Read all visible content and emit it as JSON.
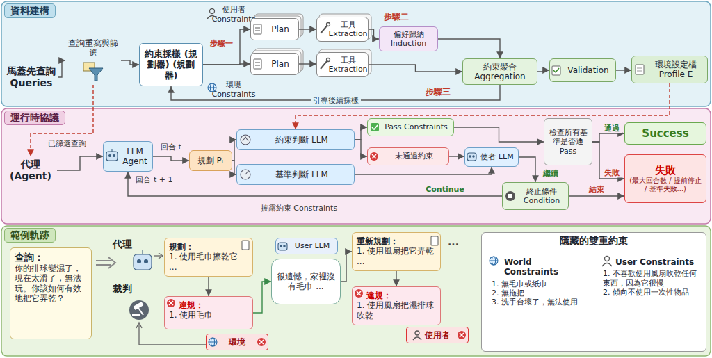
{
  "diagram": {
    "nodes": [
      {
        "text": [
          "資料建構"
        ]
      },
      {
        "text": [
          "馬蓋先查詢 Queries"
        ],
        "in": 0
      },
      {
        "text": [
          "查詢重寫與篩選"
        ],
        "in": 0
      },
      {
        "text": [
          "約束採樣 (規劃器) (規劃器)"
        ],
        "in": 0
      },
      {
        "text": [
          "使用者 Constraints"
        ],
        "in": 0
      },
      {
        "text": [
          "Plan"
        ],
        "in": 0
      },
      {
        "text": [
          "工具 Extraction"
        ],
        "in": 0
      },
      {
        "text": [
          "偏好歸納 Induction"
        ],
        "in": 0
      },
      {
        "text": [
          "Plan"
        ],
        "in": 0
      },
      {
        "text": [
          "工具 Extraction"
        ],
        "in": 0
      },
      {
        "text": [
          "環境 Constraints"
        ],
        "in": 0
      },
      {
        "text": [
          "約束聚合 Aggregation"
        ],
        "in": 0
      },
      {
        "text": [
          "Validation"
        ],
        "in": 0
      },
      {
        "text": [
          "環境設定檔 Profile E"
        ],
        "in": 0
      },
      {
        "text": [
          "運行時協議"
        ]
      },
      {
        "text": [
          "代理 (Agent)"
        ],
        "in": 14
      },
      {
        "text": [
          "LLM Agent"
        ],
        "in": 14
      },
      {
        "text": [
          "規劃 Pₜ"
        ],
        "in": 14
      },
      {
        "text": [
          "約束判斷 LLM"
        ],
        "in": 14
      },
      {
        "text": [
          "基準判斷 LLM"
        ],
        "in": 14
      },
      {
        "text": [
          "Pass Constraints"
        ],
        "in": 14
      },
      {
        "text": [
          "未通過約束"
        ],
        "in": 14
      },
      {
        "text": [
          "使者 LLM"
        ],
        "in": 14
      },
      {
        "text": [
          "檢查所有基準是否通 Pass"
        ],
        "in": 14
      },
      {
        "text": [
          "Success"
        ],
        "in": 14
      },
      {
        "text": [
          "失敗",
          "(最大回合數 / 提前停止 / 基準失敗...)"
        ],
        "in": 14
      },
      {
        "text": [
          "終止條件 Condition"
        ],
        "in": 14
      },
      {
        "text": [
          "範例軌跡"
        ]
      },
      {
        "text": [
          "查詢：",
          "你的排球變濕了，現在太滑了，無法玩。你該如何有效地把它弄乾？"
        ],
        "in": 27
      },
      {
        "text": [
          "規劃：",
          "1. 使用毛巾擦乾它 ..."
        ],
        "in": 27
      },
      {
        "text": [
          "違規：",
          "1. 使用毛巾"
        ],
        "in": 27
      },
      {
        "text": [
          "環境"
        ],
        "in": 27
      },
      {
        "text": [
          "User LLM"
        ],
        "in": 27
      },
      {
        "text": [
          "很遺憾，家裡沒有毛巾 ..."
        ],
        "in": 27
      },
      {
        "text": [
          "重新規劃：",
          "1. 使用風扇把它弄乾 ..."
        ],
        "in": 27
      },
      {
        "text": [
          "違規：",
          "1. 使用風扇把濕排球吹乾"
        ],
        "in": 27
      },
      {
        "text": [
          "使用者"
        ],
        "in": 27
      },
      {
        "text": [
          "隱藏的雙重約束"
        ],
        "in": 27
      },
      {
        "text": [
          "World Constraints",
          "1. 無毛巾或紙巾",
          "2. 無拖把",
          "3. 洗手台壞了，無法使用"
        ],
        "in": 37
      },
      {
        "text": [
          "User Constraints",
          "1. 不喜歡使用風扇吹乾任何東西，因為它很慢",
          "2. 傾向不使用一次性物品"
        ],
        "in": 37
      }
    ],
    "edges": [
      {
        "from": 1,
        "to": 2,
        "arrow": "to"
      },
      {
        "from": 2,
        "to": 3,
        "arrow": "to"
      },
      {
        "from": 3,
        "to": 5,
        "arrow": "to",
        "label": "步驟一"
      },
      {
        "from": 3,
        "to": 8,
        "arrow": "to"
      },
      {
        "from": 5,
        "to": 6,
        "arrow": "to"
      },
      {
        "from": 6,
        "to": 7,
        "arrow": "to"
      },
      {
        "from": 8,
        "to": 9,
        "arrow": "to"
      },
      {
        "from": 7,
        "to": 11,
        "arrow": "to"
      },
      {
        "from": 9,
        "to": 11,
        "arrow": "to"
      },
      {
        "from": 11,
        "to": 12,
        "arrow": "to"
      },
      {
        "from": 12,
        "to": 13,
        "arrow": "to"
      },
      {
        "from": 11,
        "to": 3,
        "arrow": "to",
        "label": "引導後續採樣"
      },
      {
        "from": 2,
        "to": 15,
        "arrow": "to",
        "label": "已篩選查詢"
      },
      {
        "from": 13,
        "to": 18,
        "arrow": "to"
      },
      {
        "from": 15,
        "to": 16,
        "arrow": "to"
      },
      {
        "from": 16,
        "to": 17,
        "arrow": "to",
        "label": "回合 t"
      },
      {
        "from": 17,
        "to": 18,
        "arrow": "to"
      },
      {
        "from": 17,
        "to": 19,
        "arrow": "to"
      },
      {
        "from": 18,
        "to": 20,
        "arrow": "to"
      },
      {
        "from": 18,
        "to": 21,
        "arrow": "to"
      },
      {
        "from": 21,
        "to": 22,
        "arrow": "to"
      },
      {
        "from": 19,
        "to": 22,
        "arrow": "to"
      },
      {
        "from": 20,
        "to": 23,
        "arrow": "to"
      },
      {
        "from": 23,
        "to": 24,
        "arrow": "to",
        "label": "通過"
      },
      {
        "from": 23,
        "to": 25,
        "arrow": "to",
        "label": "失敗"
      },
      {
        "from": 22,
        "to": 26,
        "arrow": "to",
        "label": "繼續"
      },
      {
        "from": 26,
        "to": 16,
        "arrow": "to",
        "label": "Continue"
      },
      {
        "from": 26,
        "to": 25,
        "arrow": "to",
        "label": "結束"
      },
      {
        "from": 29,
        "to": 30,
        "arrow": "to"
      },
      {
        "from": 30,
        "to": 33,
        "arrow": "to"
      },
      {
        "from": 33,
        "to": 34,
        "arrow": "to"
      },
      {
        "from": 34,
        "to": 35,
        "arrow": "to"
      }
    ],
    "labels": [
      "步驟二",
      "步驟三",
      "回合 t + 1",
      "披露約束 Constraints",
      "代理",
      "裁判",
      "..."
    ]
  }
}
